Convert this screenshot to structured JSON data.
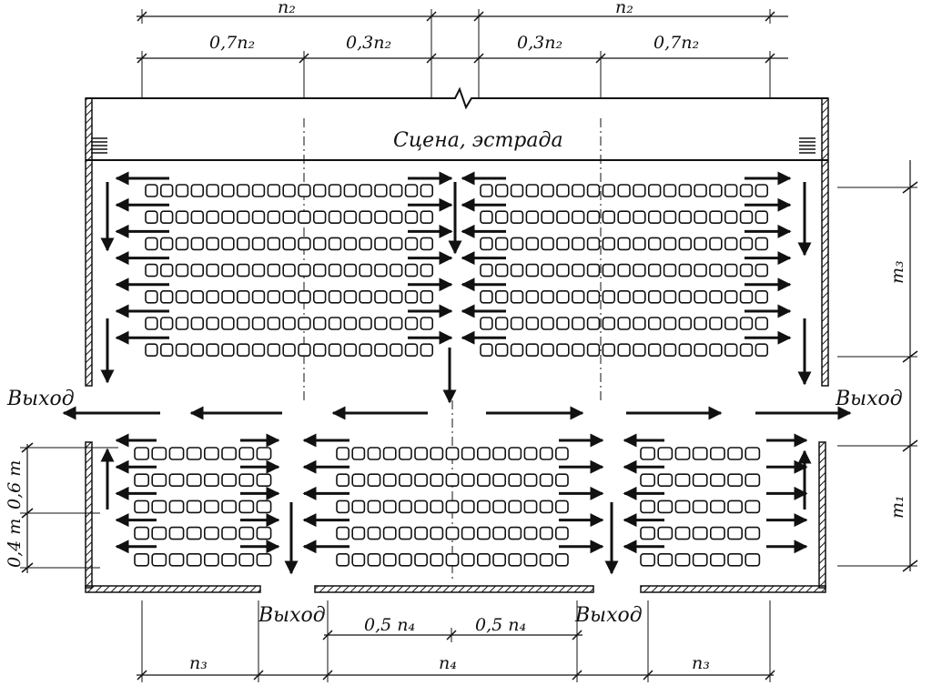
{
  "stage_label": "Сцена, эстрада",
  "exits": {
    "left": "Выход",
    "right": "Выход",
    "bottom_left": "Выход",
    "bottom_right": "Выход"
  },
  "dimensions": {
    "top_left_total": "n₂",
    "top_right_total": "n₂",
    "top_left_outer": "0,7n₂",
    "top_left_inner": "0,3n₂",
    "top_right_inner": "0,3n₂",
    "top_right_outer": "0,7n₂",
    "right_upper": "m₃",
    "right_lower": "m₁",
    "left_upper": "0,6 m",
    "left_lower": "0,4 m",
    "bottom_mid_left": "0,5 n₄",
    "bottom_mid_right": "0,5 n₄",
    "bottom_left": "n₃",
    "bottom_center": "n₄",
    "bottom_right": "n₃"
  },
  "colors": {
    "ink": "#111111",
    "paper": "#ffffff"
  }
}
